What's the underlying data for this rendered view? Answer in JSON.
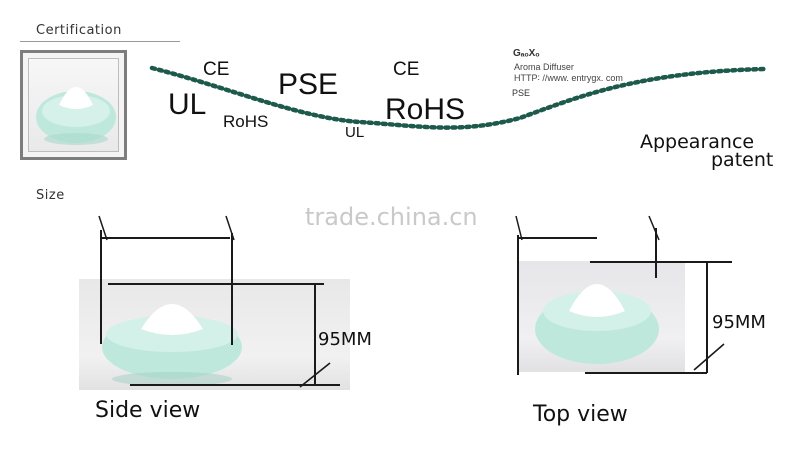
{
  "certification": {
    "heading": "Certification",
    "badges": [
      "UL",
      "CE",
      "RoHS",
      "PSE",
      "CE",
      "UL",
      "RoHS"
    ],
    "product_label": {
      "logo": "GₐₒXₒ",
      "name": "Aroma Diffuser",
      "url": "HTTP∶ //www. entrygx. com",
      "cert": "PSE"
    },
    "patent_line1": "Appearance",
    "patent_line2": "patent"
  },
  "size": {
    "heading": "Size",
    "side_label": "Side view",
    "top_label": "Top view",
    "side_height": "95MM",
    "top_height": "95MM"
  },
  "watermark": "trade.china.cn",
  "colors": {
    "dotted_curve": "#1e5a4c",
    "diffuser_body": "#bfe8dc",
    "diffuser_cap": "#ffffff"
  }
}
